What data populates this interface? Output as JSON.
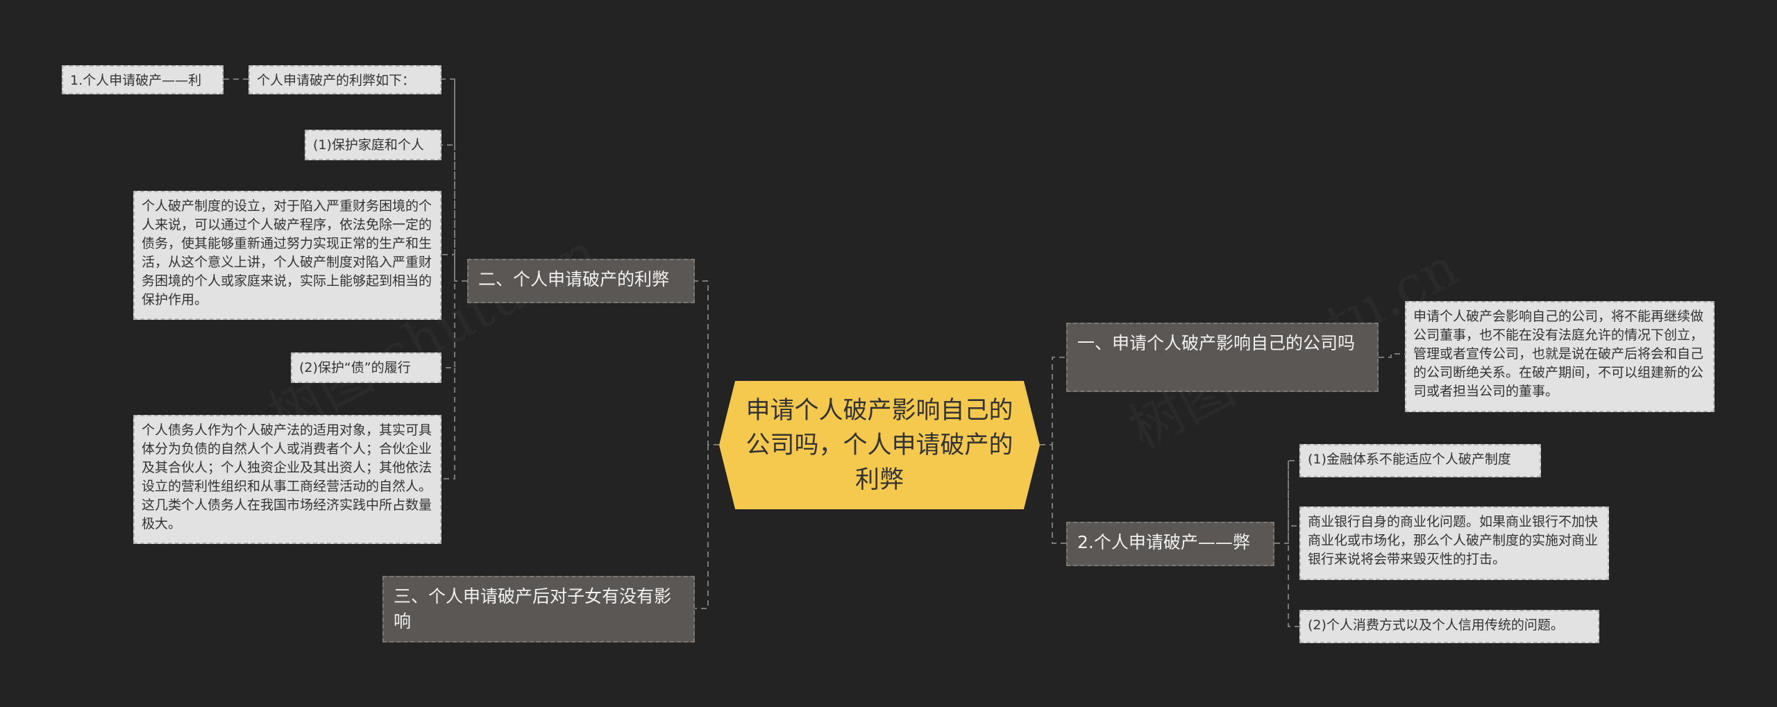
{
  "root": {
    "label": "申请个人破产影响自己的公司吗，个人申请破产的利弊"
  },
  "left": {
    "branch2": {
      "label": "二、个人申请破产的利弊",
      "leaves": {
        "intro": "个人申请破产的利弊如下：",
        "pro_tag": "1.个人申请破产——利",
        "protect_family": "(1)保护家庭和个人",
        "protect_family_text": "个人破产制度的设立，对于陷入严重财务困境的个人来说，可以通过个人破产程序，依法免除一定的债务，使其能够重新通过努力实现正常的生产和生活，从这个意义上讲，个人破产制度对陷入严重财务困境的个人或家庭来说，实际上能够起到相当的保护作用。",
        "protect_debt": "(2)保护“债”的履行",
        "protect_debt_text": "个人债务人作为个人破产法的适用对象，其实可具体分为负债的自然人个人或消费者个人；合伙企业及其合伙人；个人独资企业及其出资人；其他依法设立的营利性组织和从事工商经营活动的自然人。这几类个人债务人在我国市场经济实践中所占数量极大。"
      }
    },
    "branch3": {
      "label": "三、个人申请破产后对子女有没有影响"
    }
  },
  "right": {
    "branch1": {
      "label": "一、申请个人破产影响自己的公司吗",
      "leaf": "申请个人破产会影响自己的公司，将不能再继续做公司董事，也不能在没有法庭允许的情况下创立，管理或者宣传公司，也就是说在破产后将会和自己的公司断绝关系。在破产期间，不可以组建新的公司或者担当公司的董事。"
    },
    "con": {
      "label": "2.个人申请破产——弊",
      "leaves": {
        "finance": "(1)金融体系不能适应个人破产制度",
        "finance_text": "商业银行自身的商业化问题。如果商业银行不加快商业化或市场化，那么个人破产制度的实施对商业银行来说将会带来毁灭性的打击。",
        "credit": "(2)个人消费方式以及个人信用传统的问题。"
      }
    }
  },
  "watermark": [
    "树图 shutu.cn",
    "树图 shutu.cn"
  ],
  "colors": {
    "background": "#232323",
    "root": "#f4c94e",
    "branch": "#5b5755",
    "leaf": "#e2e2e2",
    "line": "#7a7a7a"
  }
}
